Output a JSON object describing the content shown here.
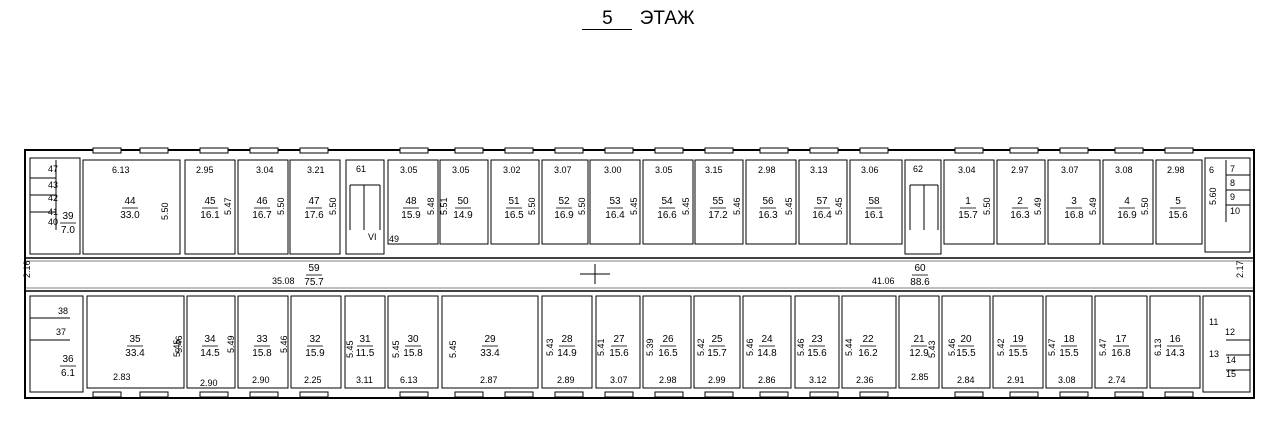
{
  "title": {
    "floor_number": "5",
    "floor_label": "ЭТАЖ"
  },
  "rooms": [
    {
      "id": "44",
      "area": "33.0"
    },
    {
      "id": "45",
      "area": "16.1"
    },
    {
      "id": "46",
      "area": "16.7"
    },
    {
      "id": "47",
      "area": "17.6"
    },
    {
      "id": "48",
      "area": "15.9"
    },
    {
      "id": "50",
      "area": "14.9"
    },
    {
      "id": "51",
      "area": "16.5"
    },
    {
      "id": "52",
      "area": "16.9"
    },
    {
      "id": "53",
      "area": "16.4"
    },
    {
      "id": "54",
      "area": "16.6"
    },
    {
      "id": "55",
      "area": "17.2"
    },
    {
      "id": "56",
      "area": "16.3"
    },
    {
      "id": "57",
      "area": "16.4"
    },
    {
      "id": "58",
      "area": "16.1"
    },
    {
      "id": "1",
      "area": "15.7"
    },
    {
      "id": "2",
      "area": "16.3"
    },
    {
      "id": "3",
      "area": "16.8"
    },
    {
      "id": "4",
      "area": "16.9"
    },
    {
      "id": "5",
      "area": "15.6"
    },
    {
      "id": "39",
      "area": "7.0"
    },
    {
      "id": "59",
      "area": "75.7"
    },
    {
      "id": "60",
      "area": "88.6"
    },
    {
      "id": "35",
      "area": "33.4"
    },
    {
      "id": "34",
      "area": "14.5"
    },
    {
      "id": "33",
      "area": "15.8"
    },
    {
      "id": "32",
      "area": "15.9"
    },
    {
      "id": "31",
      "area": "11.5"
    },
    {
      "id": "30",
      "area": "15.8"
    },
    {
      "id": "29",
      "area": "33.4"
    },
    {
      "id": "28",
      "area": "14.9"
    },
    {
      "id": "27",
      "area": "15.6"
    },
    {
      "id": "26",
      "area": "16.5"
    },
    {
      "id": "25",
      "area": "15.7"
    },
    {
      "id": "24",
      "area": "14.8"
    },
    {
      "id": "23",
      "area": "15.6"
    },
    {
      "id": "22",
      "area": "16.2"
    },
    {
      "id": "21",
      "area": "12.9"
    },
    {
      "id": "20",
      "area": "15.5"
    },
    {
      "id": "19",
      "area": "15.5"
    },
    {
      "id": "18",
      "area": "15.5"
    },
    {
      "id": "17",
      "area": "16.8"
    },
    {
      "id": "16",
      "area": "14.3"
    },
    {
      "id": "36",
      "area": "6.1"
    }
  ],
  "labels": [
    "6.13",
    "2.95",
    "3.04",
    "3.21",
    "61",
    "3.05",
    "3.05",
    "3.02",
    "3.07",
    "3.00",
    "3.05",
    "3.15",
    "2.98",
    "3.13",
    "3.06",
    "62",
    "3.04",
    "2.97",
    "3.07",
    "3.08",
    "2.98",
    "5.50",
    "5.47",
    "5.50",
    "5.50",
    "5.48",
    "5.51",
    "5.50",
    "5.50",
    "5.45",
    "5.45",
    "5.46",
    "5.45",
    "5.45",
    "5.50",
    "5.49",
    "5.49",
    "5.50",
    "5.60",
    "VI",
    "49",
    "6",
    "7",
    "8",
    "9",
    "10",
    "47",
    "43",
    "42",
    "41",
    "40",
    "2.16",
    "35.08",
    "41.06",
    "2.17",
    "38",
    "37",
    "11",
    "12",
    "13",
    "14",
    "15",
    "5.45",
    "5.46",
    "5.49",
    "5.46",
    "5.45",
    "5.45",
    "5.45",
    "5.43",
    "5.41",
    "5.39",
    "5.42",
    "5.46",
    "5.46",
    "5.44",
    "5.43",
    "5.46",
    "5.42",
    "5.47",
    "5.47",
    "6.13",
    "2.83",
    "2.90",
    "2.90",
    "2.25",
    "3.11",
    "6.13",
    "2.87",
    "2.89",
    "3.07",
    "2.98",
    "2.99",
    "2.86",
    "3.12",
    "2.36",
    "2.85",
    "2.84",
    "2.91",
    "3.08",
    "2.74"
  ]
}
